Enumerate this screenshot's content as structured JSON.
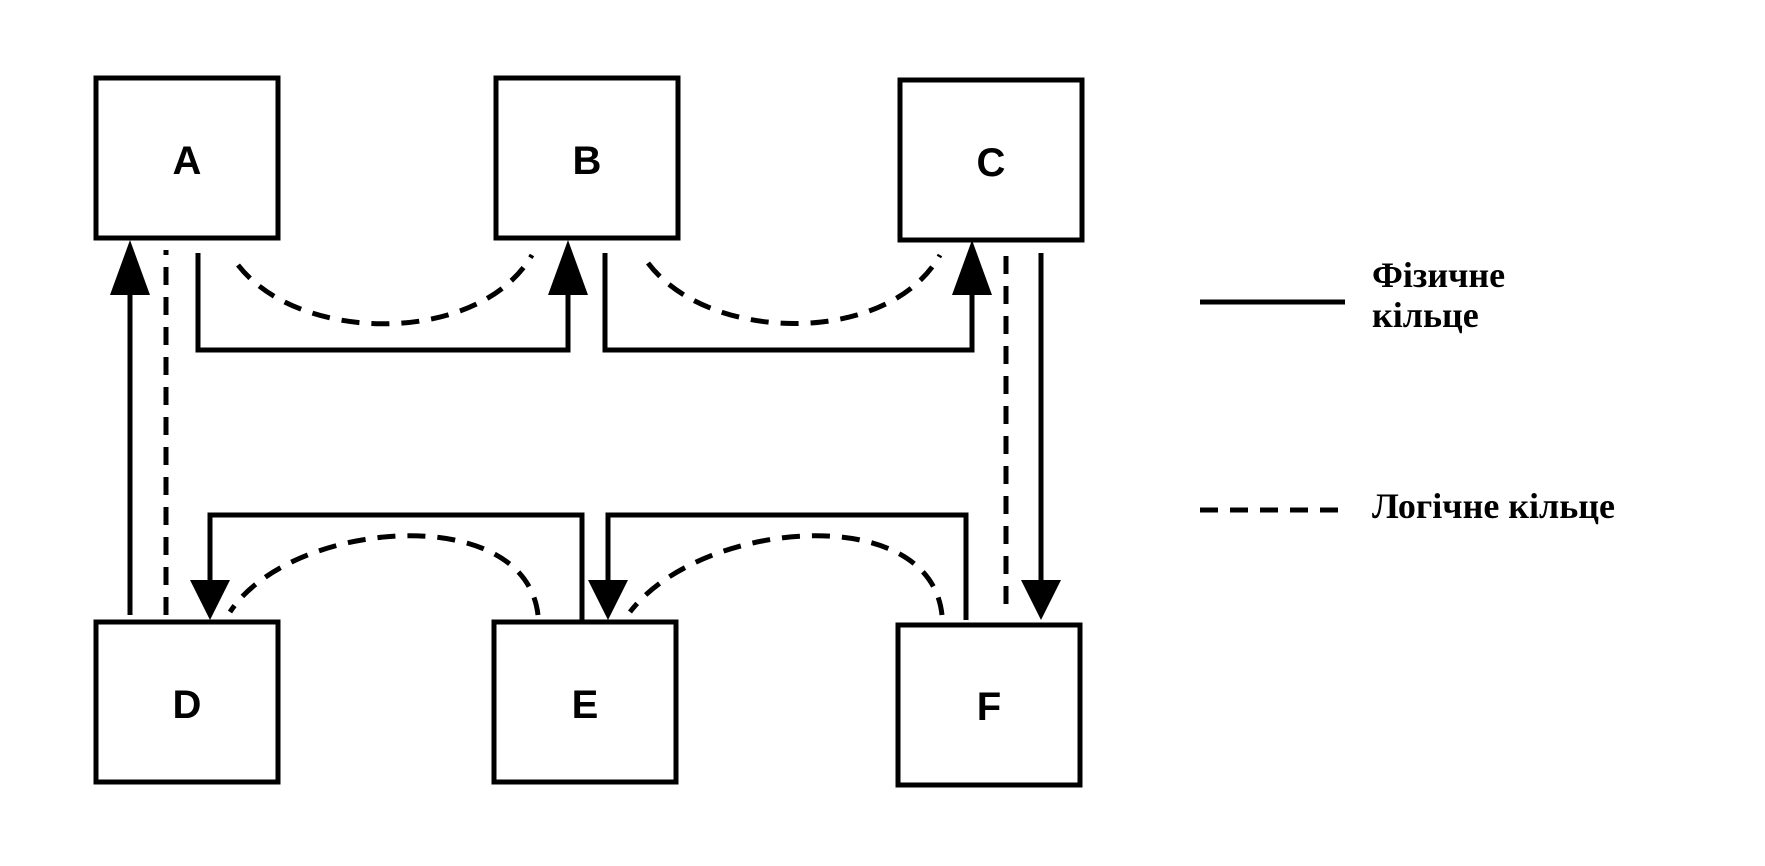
{
  "nodes": [
    {
      "id": "A",
      "label": "A"
    },
    {
      "id": "B",
      "label": "B"
    },
    {
      "id": "C",
      "label": "C"
    },
    {
      "id": "D",
      "label": "D"
    },
    {
      "id": "E",
      "label": "E"
    },
    {
      "id": "F",
      "label": "F"
    }
  ],
  "legend": {
    "physical_ring": "Фізичне кільце",
    "logical_ring": "Логічне кільце"
  },
  "colors": {
    "line": "#000000",
    "background": "#ffffff"
  }
}
